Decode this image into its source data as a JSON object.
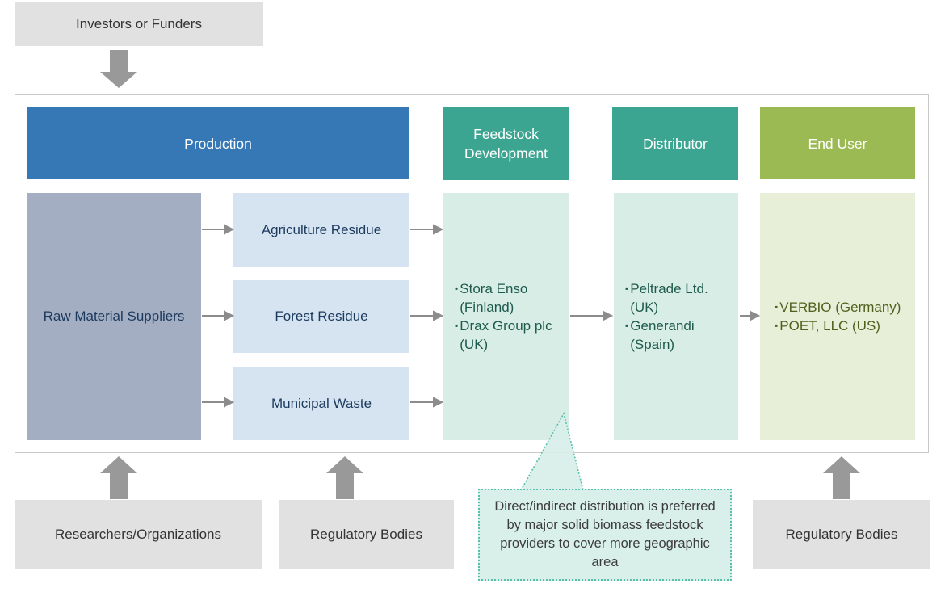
{
  "external": {
    "investors": "Investors or Funders",
    "researchers": "Researchers/Organizations",
    "regulatory_left": "Regulatory Bodies",
    "regulatory_right": "Regulatory Bodies"
  },
  "chain": {
    "production": {
      "header": "Production",
      "supplier": "Raw Material Suppliers",
      "materials": [
        "Agriculture Residue",
        "Forest Residue",
        "Municipal Waste"
      ]
    },
    "feedstock": {
      "header": "Feedstock Development",
      "companies": [
        "Stora Enso (Finland)",
        "Drax Group plc (UK)"
      ]
    },
    "distributor": {
      "header": "Distributor",
      "companies": [
        "Peltrade Ltd. (UK)",
        "Generandi (Spain)"
      ]
    },
    "end_user": {
      "header": "End User",
      "companies": [
        "VERBIO (Germany)",
        "POET, LLC (US)"
      ]
    }
  },
  "callout": {
    "text": "Direct/indirect distribution is preferred by major solid biomass feedstock providers to cover more geographic area"
  },
  "bullet_glyph": "▪",
  "colors": {
    "production_header": "#3578b5",
    "teal_header": "#3ba591",
    "end_user_header": "#9cba53",
    "raw_material_box": "#a3aec2",
    "material_box": "#d6e4f1",
    "company_box_teal": "#d8ede6",
    "company_box_olive": "#e8efd8",
    "external_box": "#e1e1e1",
    "block_arrow": "#999999",
    "line_arrow": "#8c8c8c",
    "callout_border": "#57c0aa",
    "callout_fill": "#d9efe9"
  }
}
